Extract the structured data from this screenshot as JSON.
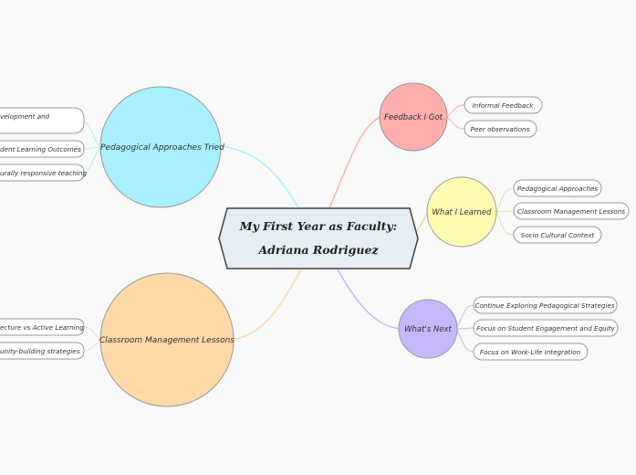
{
  "central": {
    "line1": "My First Year as Faculty:",
    "line2": "Adriana Rodriguez"
  },
  "branches": {
    "pedagogical": {
      "title": "Pedagogical Approaches Tried",
      "color": "#a8f0fd",
      "children": [
        "velopment and",
        "dent Learning Outcomes",
        "urally responsive teaching"
      ]
    },
    "classroom": {
      "title": "Classroom Management Lessons",
      "color": "#ffd8a8",
      "children": [
        "ecture vs Active Learning",
        "unity-building strategies"
      ]
    },
    "feedback": {
      "title": "Feedback I Got",
      "color": "#ffadad",
      "children": [
        "Informal Feedback",
        "Peer observations"
      ]
    },
    "learned": {
      "title": "What I Learned",
      "color": "#fffbb0",
      "children": [
        "Pedagogical Approaches",
        "Classroom Management Lessons",
        "Socio Cultural Context"
      ]
    },
    "next": {
      "title": "What's Next",
      "color": "#c6b8fb",
      "children": [
        "Continue Exploring Pedagogical Strategies",
        "Focus on Student Engagement and Equity",
        "Focus on Work-Life Integration"
      ]
    }
  }
}
